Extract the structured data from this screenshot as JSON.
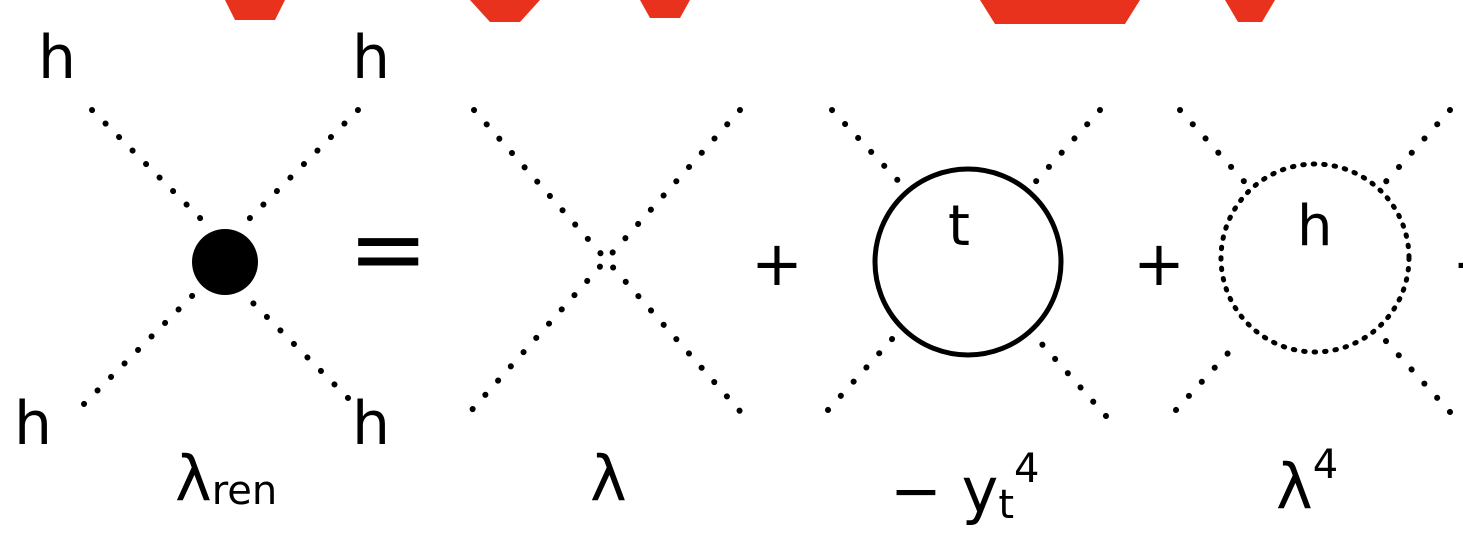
{
  "title_fragment_color": "#e8321e",
  "diagram": {
    "external_leg_labels": {
      "top_left": "h",
      "top_right": "h",
      "bottom_left": "h",
      "bottom_right": "h"
    },
    "operators": {
      "equals": "=",
      "plus_1": "+",
      "plus_2": "+",
      "plus_3": "+"
    },
    "loops": {
      "top_loop": "t",
      "higgs_loop": "h"
    },
    "couplings": {
      "renormalized": {
        "base": "λ",
        "sub": "ren"
      },
      "tree": {
        "base": "λ"
      },
      "top": {
        "prefix": "− y",
        "sub": "t",
        "sup": "4"
      },
      "higgs": {
        "base": "λ",
        "sup": "4"
      }
    }
  }
}
